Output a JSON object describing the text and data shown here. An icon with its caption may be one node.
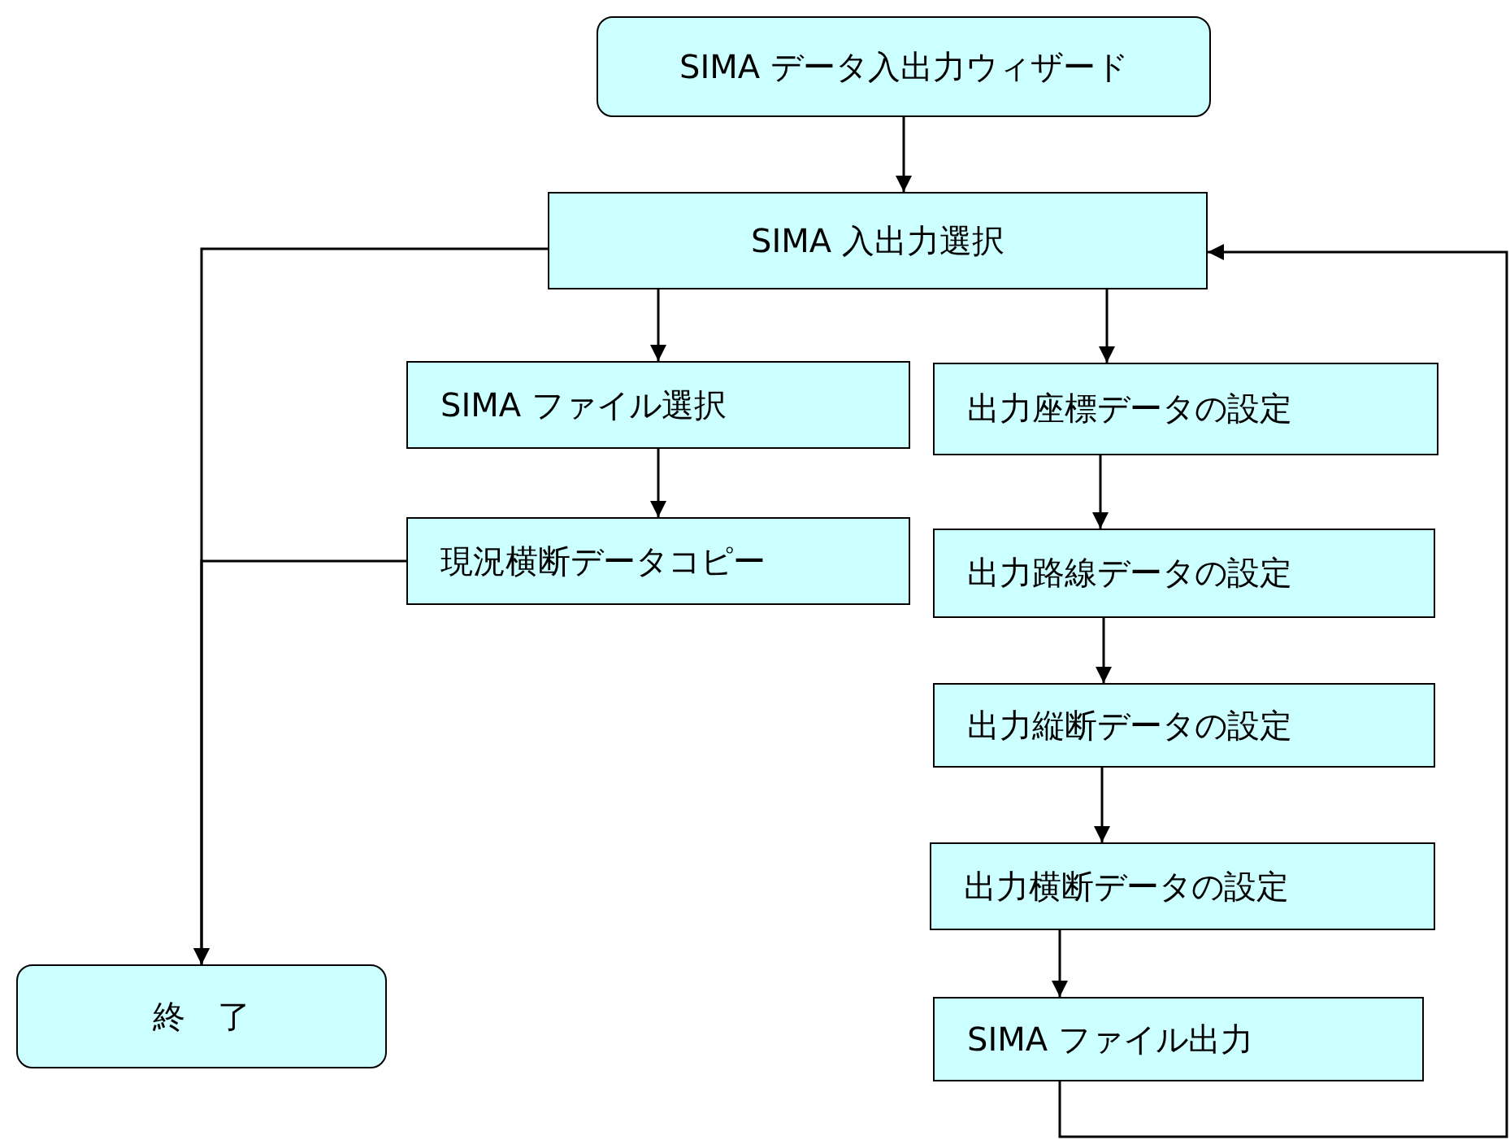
{
  "diagram": {
    "nodes": [
      {
        "text": [
          "SIMA データ入出力ウィザード"
        ]
      },
      {
        "text": [
          "SIMA 入出力選択"
        ]
      },
      {
        "text": [
          "SIMA ファイル選択"
        ]
      },
      {
        "text": [
          "現況横断データコピー"
        ]
      },
      {
        "text": [
          "出力座標データの設定"
        ]
      },
      {
        "text": [
          "出力路線データの設定"
        ]
      },
      {
        "text": [
          "出力縦断データの設定"
        ]
      },
      {
        "text": [
          "出力横断データの設定"
        ]
      },
      {
        "text": [
          "SIMA ファイル出力"
        ]
      },
      {
        "text": [
          "終　了"
        ]
      }
    ],
    "edges": [
      {
        "from": 0,
        "to": 1,
        "arrow": "to"
      },
      {
        "from": 1,
        "to": 2,
        "arrow": "to"
      },
      {
        "from": 1,
        "to": 4,
        "arrow": "to"
      },
      {
        "from": 2,
        "to": 3,
        "arrow": "to"
      },
      {
        "from": 4,
        "to": 5,
        "arrow": "to"
      },
      {
        "from": 5,
        "to": 6,
        "arrow": "to"
      },
      {
        "from": 6,
        "to": 7,
        "arrow": "to"
      },
      {
        "from": 7,
        "to": 8,
        "arrow": "to"
      },
      {
        "from": 1,
        "to": 9,
        "arrow": "to"
      },
      {
        "from": 3,
        "to": 9,
        "arrow": "to"
      },
      {
        "from": 8,
        "to": 1,
        "arrow": "to"
      }
    ]
  }
}
